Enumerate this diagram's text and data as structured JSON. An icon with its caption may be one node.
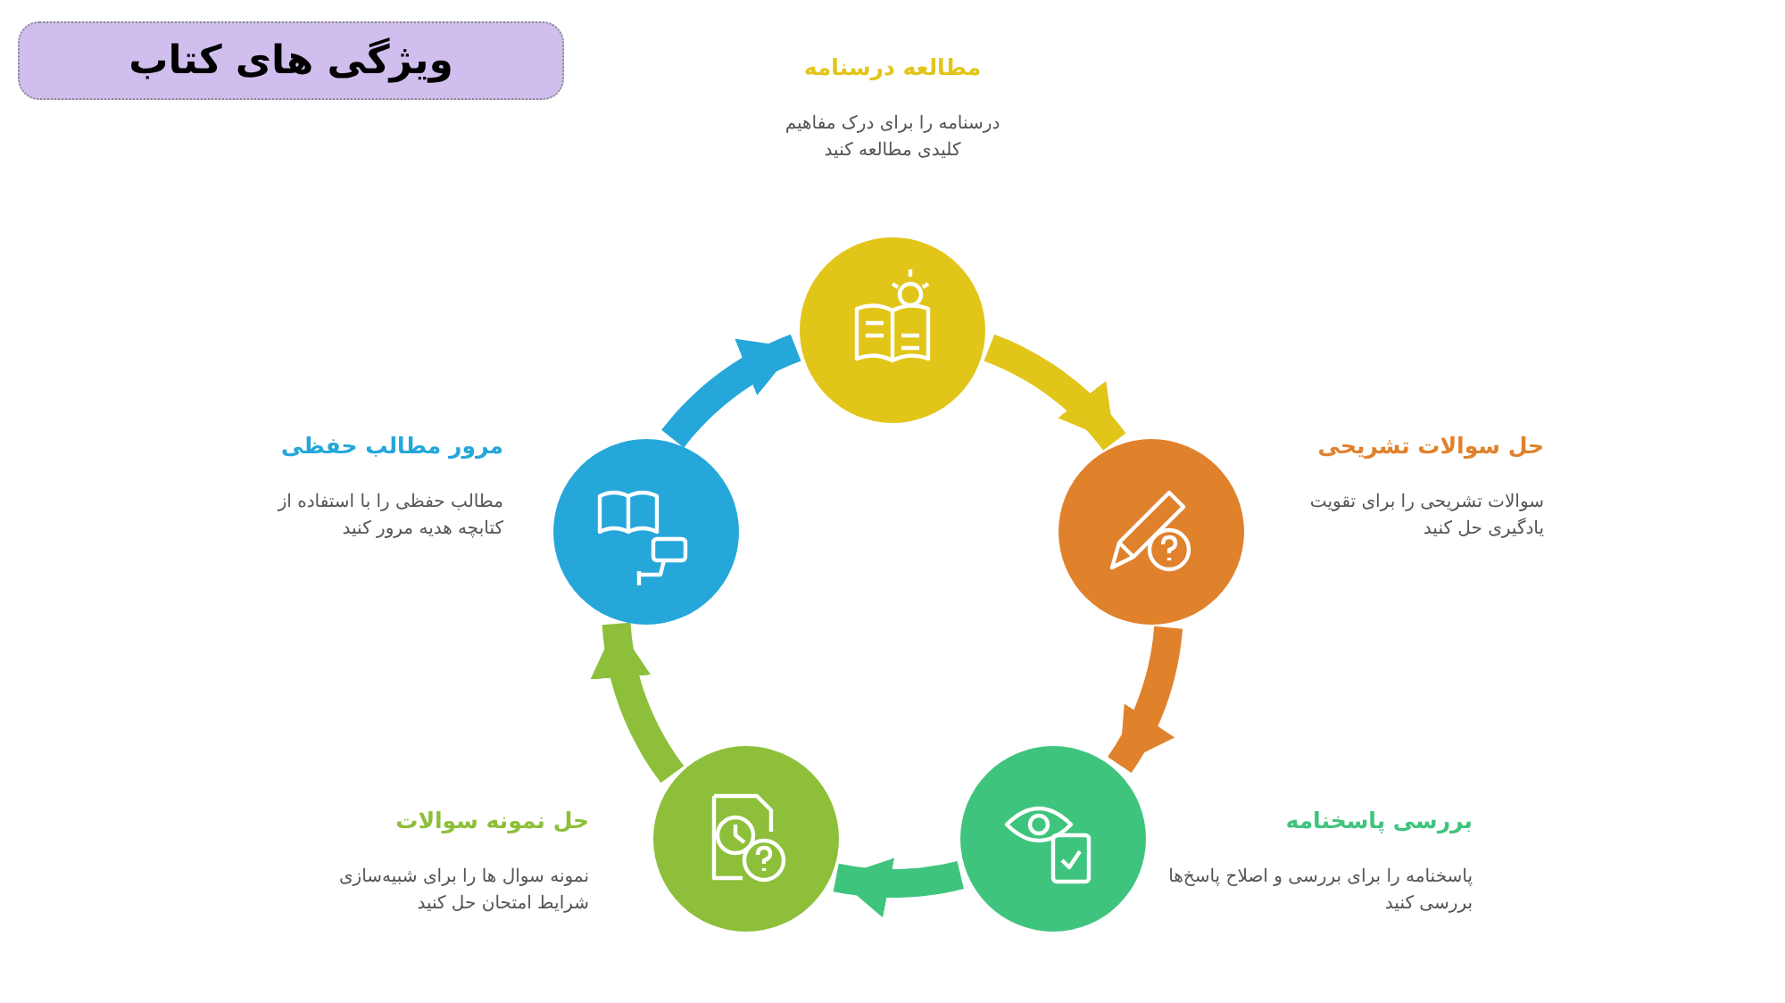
{
  "diagram": {
    "title": "ویژگی های کتاب",
    "nodes": [
      {
        "text": [],
        "shape": "circle",
        "beside": [
          "مطالعه درسنامه",
          "درسنامه را برای درک مفاهیم کلیدی مطالعه کنید"
        ]
      },
      {
        "text": [],
        "shape": "circle",
        "beside": [
          "حل سوالات تشریحی",
          "سوالات تشریحی را برای تقویت یادگیری حل کنید"
        ]
      },
      {
        "text": [],
        "shape": "circle",
        "beside": [
          "بررسی پاسخنامه",
          "پاسخنامه را برای بررسی و اصلاح پاسخ‌ها بررسی کنید"
        ]
      },
      {
        "text": [],
        "shape": "circle",
        "beside": [
          "حل نمونه سوالات",
          "نمونه سوال ها را برای شبیه‌سازی شرایط امتحان حل کنید"
        ]
      },
      {
        "text": [],
        "shape": "circle",
        "beside": [
          "مرور مطالب حفظی",
          "مطالب حفظی را با استفاده از کتابچه هدیه مرور کنید"
        ]
      }
    ],
    "edges": [
      {
        "from": 0,
        "to": 1,
        "arrow": "to",
        "color": "#e2c519"
      },
      {
        "from": 1,
        "to": 2,
        "arrow": "to",
        "color": "#e0812c"
      },
      {
        "from": 2,
        "to": 3,
        "arrow": "to",
        "color": "#3fc47e"
      },
      {
        "from": 3,
        "to": 4,
        "arrow": "to",
        "color": "#8dbf3b"
      },
      {
        "from": 4,
        "to": 0,
        "arrow": "to",
        "color": "#25a7da"
      }
    ]
  }
}
